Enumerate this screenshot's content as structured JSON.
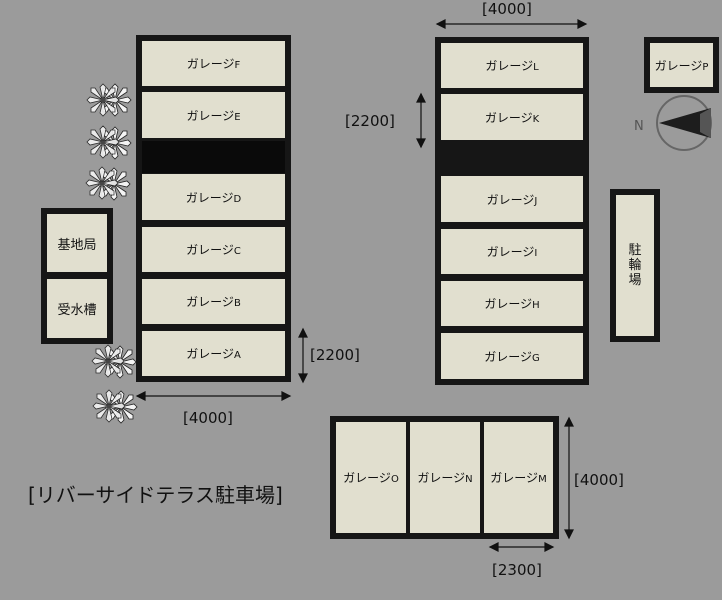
{
  "title": "[リバーサイドテラス駐車場]",
  "left_block": {
    "garages": [
      "ガレージF",
      "ガレージE",
      "ガレージD",
      "ガレージC",
      "ガレージB",
      "ガレージA"
    ]
  },
  "mid_block": {
    "garages": [
      "ガレージL",
      "ガレージK",
      "ガレージJ",
      "ガレージI",
      "ガレージH",
      "ガレージG"
    ]
  },
  "bottom_block": {
    "garages": [
      "ガレージO",
      "ガレージN",
      "ガレージM"
    ]
  },
  "garage_p": "ガレージP",
  "facilities": {
    "base_station": "基地局",
    "water_tank": "受水槽",
    "bike_parking": [
      "駐",
      "輪",
      "場"
    ]
  },
  "dimensions": {
    "top_width": "[4000]",
    "left_height": "[2200]",
    "left_width": "[4000]",
    "mid_height": "[2200]",
    "bottom_height": "[4000]",
    "bottom_width": "[2300]"
  },
  "compass": {
    "north_label": "N"
  },
  "icons": {
    "tree": "tree-icon",
    "compass": "compass-icon"
  },
  "colors": {
    "background": "#9b9b9b",
    "wall": "#161616",
    "garage_fill": "#e1dfcf"
  }
}
